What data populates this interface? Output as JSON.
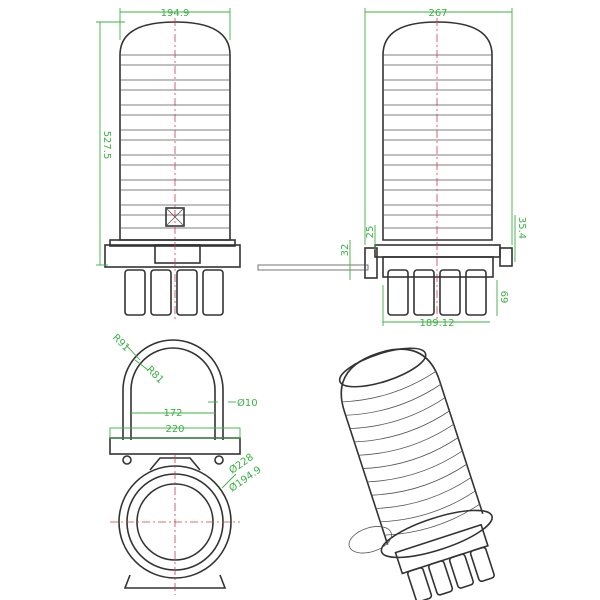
{
  "colors": {
    "outline": "#333333",
    "dimension": "#3cb043",
    "centerline": "#d04040"
  },
  "front_view": {
    "width": "194.9",
    "height": "527.5"
  },
  "side_view": {
    "width": "267",
    "bracket_height": "32",
    "plate_offset": "25",
    "plate_thickness": "35.4",
    "port_length": "69",
    "base_width": "189.12"
  },
  "u_bolt": {
    "outer_radius": "R91",
    "inner_radius": "R81",
    "inner_span": "172",
    "plate_width": "220",
    "rod_diameter": "Ø10"
  },
  "clamp_ring": {
    "outer_diameter": "Ø228",
    "inner_diameter": "Ø194.9"
  }
}
